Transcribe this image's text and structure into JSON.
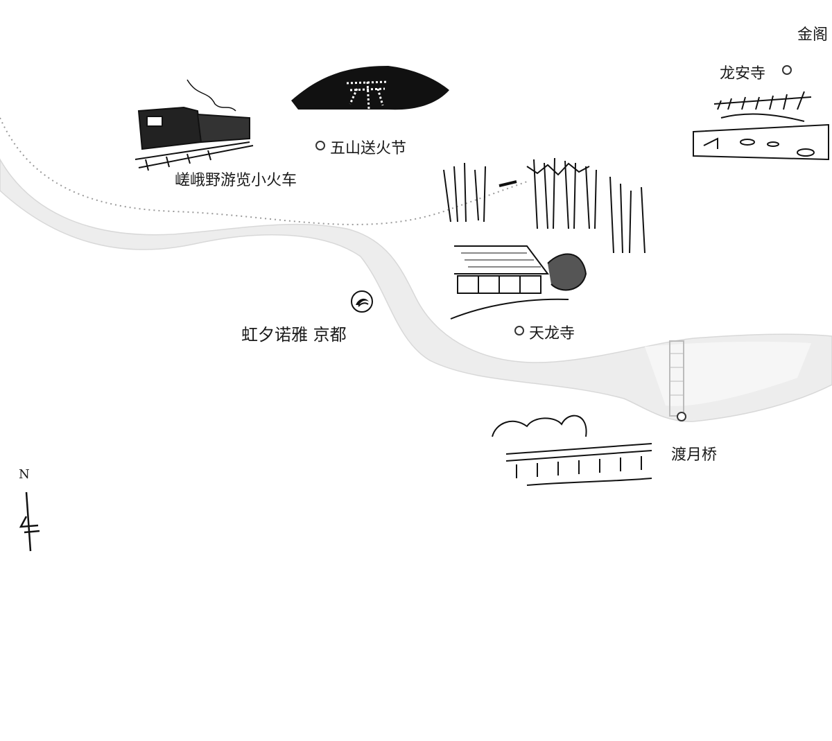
{
  "map": {
    "labels": {
      "train": "嵯峨野游览小火车",
      "gozan": "五山送火节",
      "ryoanji": "龙安寺",
      "kinkaku": "金阁",
      "tenryuji": "天龙寺",
      "hotel": "虹夕诺雅 京都",
      "togetsukyo": "渡月桥"
    },
    "compass": {
      "north_label": "N"
    },
    "colors": {
      "river": "#e9e9e9",
      "ink": "#111111",
      "path": "#999999"
    }
  }
}
